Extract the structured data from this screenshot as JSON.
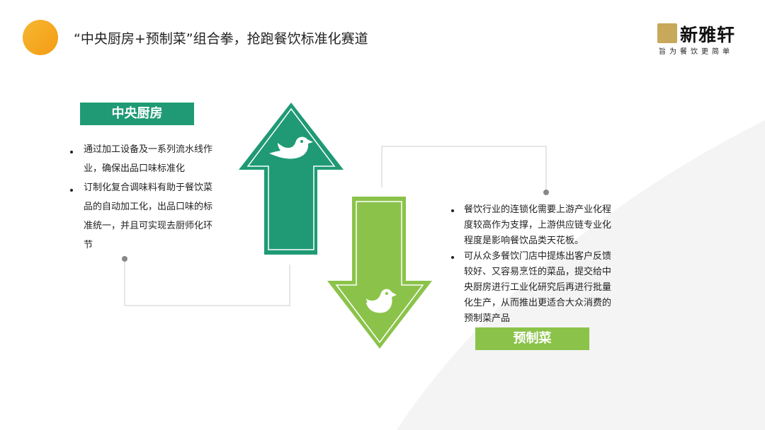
{
  "header": {
    "title": "“中央厨房+预制菜”组合拳，抢跑餐饮标准化赛道",
    "logo_name": "新雅轩",
    "logo_slogan": "旨为餐饮更简单"
  },
  "left_panel": {
    "label": "中央厨房",
    "bullets": [
      "通过加工设备及一系列流水线作业，确保出品口味标准化",
      "订制化复合调味料有助于餐饮菜品的自动加工化，出品口味的标准统一，并且可实现去厨师化环节"
    ]
  },
  "right_panel": {
    "label": "预制菜",
    "bullets": [
      "餐饮行业的连锁化需要上游产业化程度较高作为支撑，上游供应链专业化程度是影响餐饮品类天花板。",
      "可从众多餐饮门店中提炼出客户反馈较好、又容易烹饪的菜品，提交给中央厨房进行工业化研究后再进行批量化生产，从而推出更适合大众消费的预制菜产品"
    ]
  },
  "colors": {
    "accent_orange": "#f5a623",
    "dark_green": "#1f9a74",
    "light_green": "#8bc34a"
  },
  "icons": [
    "up-arrow-icon",
    "down-arrow-icon",
    "bird-icon"
  ]
}
